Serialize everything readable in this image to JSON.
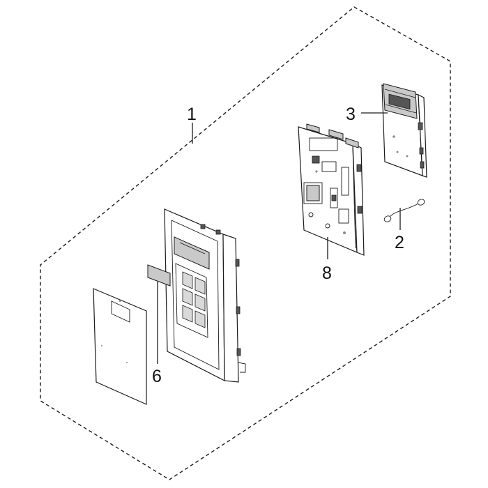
{
  "callouts": {
    "assembly": "1",
    "wire": "2",
    "pcb": "3",
    "sheet": "6",
    "frame": "8"
  }
}
